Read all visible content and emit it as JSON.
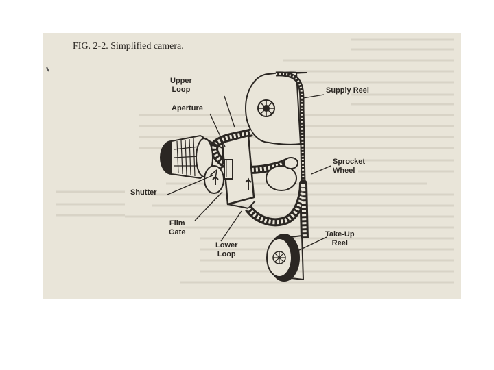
{
  "caption": {
    "prefix": "FIG. 2-2.",
    "text": "Simplified camera."
  },
  "labels": {
    "upper_loop_1": "Upper",
    "upper_loop_2": "Loop",
    "aperture": "Aperture",
    "supply_reel": "Supply Reel",
    "sprocket_wheel_1": "Sprocket",
    "sprocket_wheel_2": "Wheel",
    "shutter": "Shutter",
    "film_gate_1": "Film",
    "film_gate_2": "Gate",
    "lower_loop_1": "Lower",
    "lower_loop_2": "Loop",
    "take_up_reel_1": "Take-Up",
    "take_up_reel_2": "Reel"
  },
  "colors": {
    "paper": "#e9e5d9",
    "ink": "#2b2723",
    "bleed_text": "#d6d1c4"
  }
}
